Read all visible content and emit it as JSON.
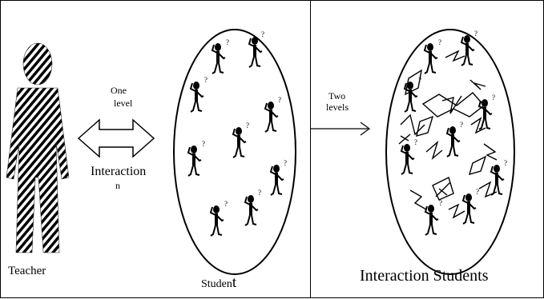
{
  "labels": {
    "teacher": "Teacher",
    "student_main": "Studen",
    "student_tail": "t",
    "interaction_students": "Interaction Students",
    "one": "One",
    "level": "level",
    "interaction": "Interaction",
    "interaction_cut": "n",
    "two": "Two",
    "levels": "levels",
    "question_mark": "?"
  },
  "colors": {
    "ink": "#000000",
    "background": "#ffffff"
  },
  "icons": {
    "teacher": "teacher-figure-icon",
    "student": "student-figure-icon",
    "interaction_lines": "interaction-lines-icon"
  }
}
